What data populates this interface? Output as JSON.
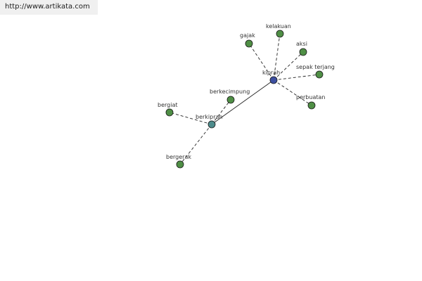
{
  "site": {
    "url_text": "http://www.artikata.com"
  },
  "graph": {
    "colors": {
      "hub_primary": "#3d4fa0",
      "hub_secondary": "#4e8c8c",
      "leaf": "#4f8f45",
      "edge": "#222222"
    },
    "nodes": [
      {
        "id": "kiprah",
        "label": "kiprah",
        "kind": "hub-primary"
      },
      {
        "id": "berkiprah",
        "label": "berkiprah",
        "kind": "hub-secondary"
      },
      {
        "id": "gajak",
        "label": "gajak",
        "kind": "leaf"
      },
      {
        "id": "kelakuan",
        "label": "kelakuan",
        "kind": "leaf"
      },
      {
        "id": "aksi",
        "label": "aksi",
        "kind": "leaf"
      },
      {
        "id": "sepak-terjang",
        "label": "sepak terjang",
        "kind": "leaf"
      },
      {
        "id": "perbuatan",
        "label": "perbuatan",
        "kind": "leaf"
      },
      {
        "id": "berkecimpung",
        "label": "berkecimpung",
        "kind": "leaf"
      },
      {
        "id": "bergiat",
        "label": "bergiat",
        "kind": "leaf"
      },
      {
        "id": "bergerak",
        "label": "bergerak",
        "kind": "leaf"
      }
    ],
    "edges": [
      {
        "from": "kiprah",
        "to": "berkiprah",
        "style": "solid"
      },
      {
        "from": "kiprah",
        "to": "gajak",
        "style": "dashed"
      },
      {
        "from": "kiprah",
        "to": "kelakuan",
        "style": "dashed"
      },
      {
        "from": "kiprah",
        "to": "aksi",
        "style": "dashed"
      },
      {
        "from": "kiprah",
        "to": "sepak-terjang",
        "style": "dashed"
      },
      {
        "from": "kiprah",
        "to": "perbuatan",
        "style": "dashed"
      },
      {
        "from": "berkiprah",
        "to": "berkecimpung",
        "style": "dashed"
      },
      {
        "from": "berkiprah",
        "to": "bergiat",
        "style": "dashed"
      },
      {
        "from": "berkiprah",
        "to": "bergerak",
        "style": "dashed"
      }
    ]
  }
}
